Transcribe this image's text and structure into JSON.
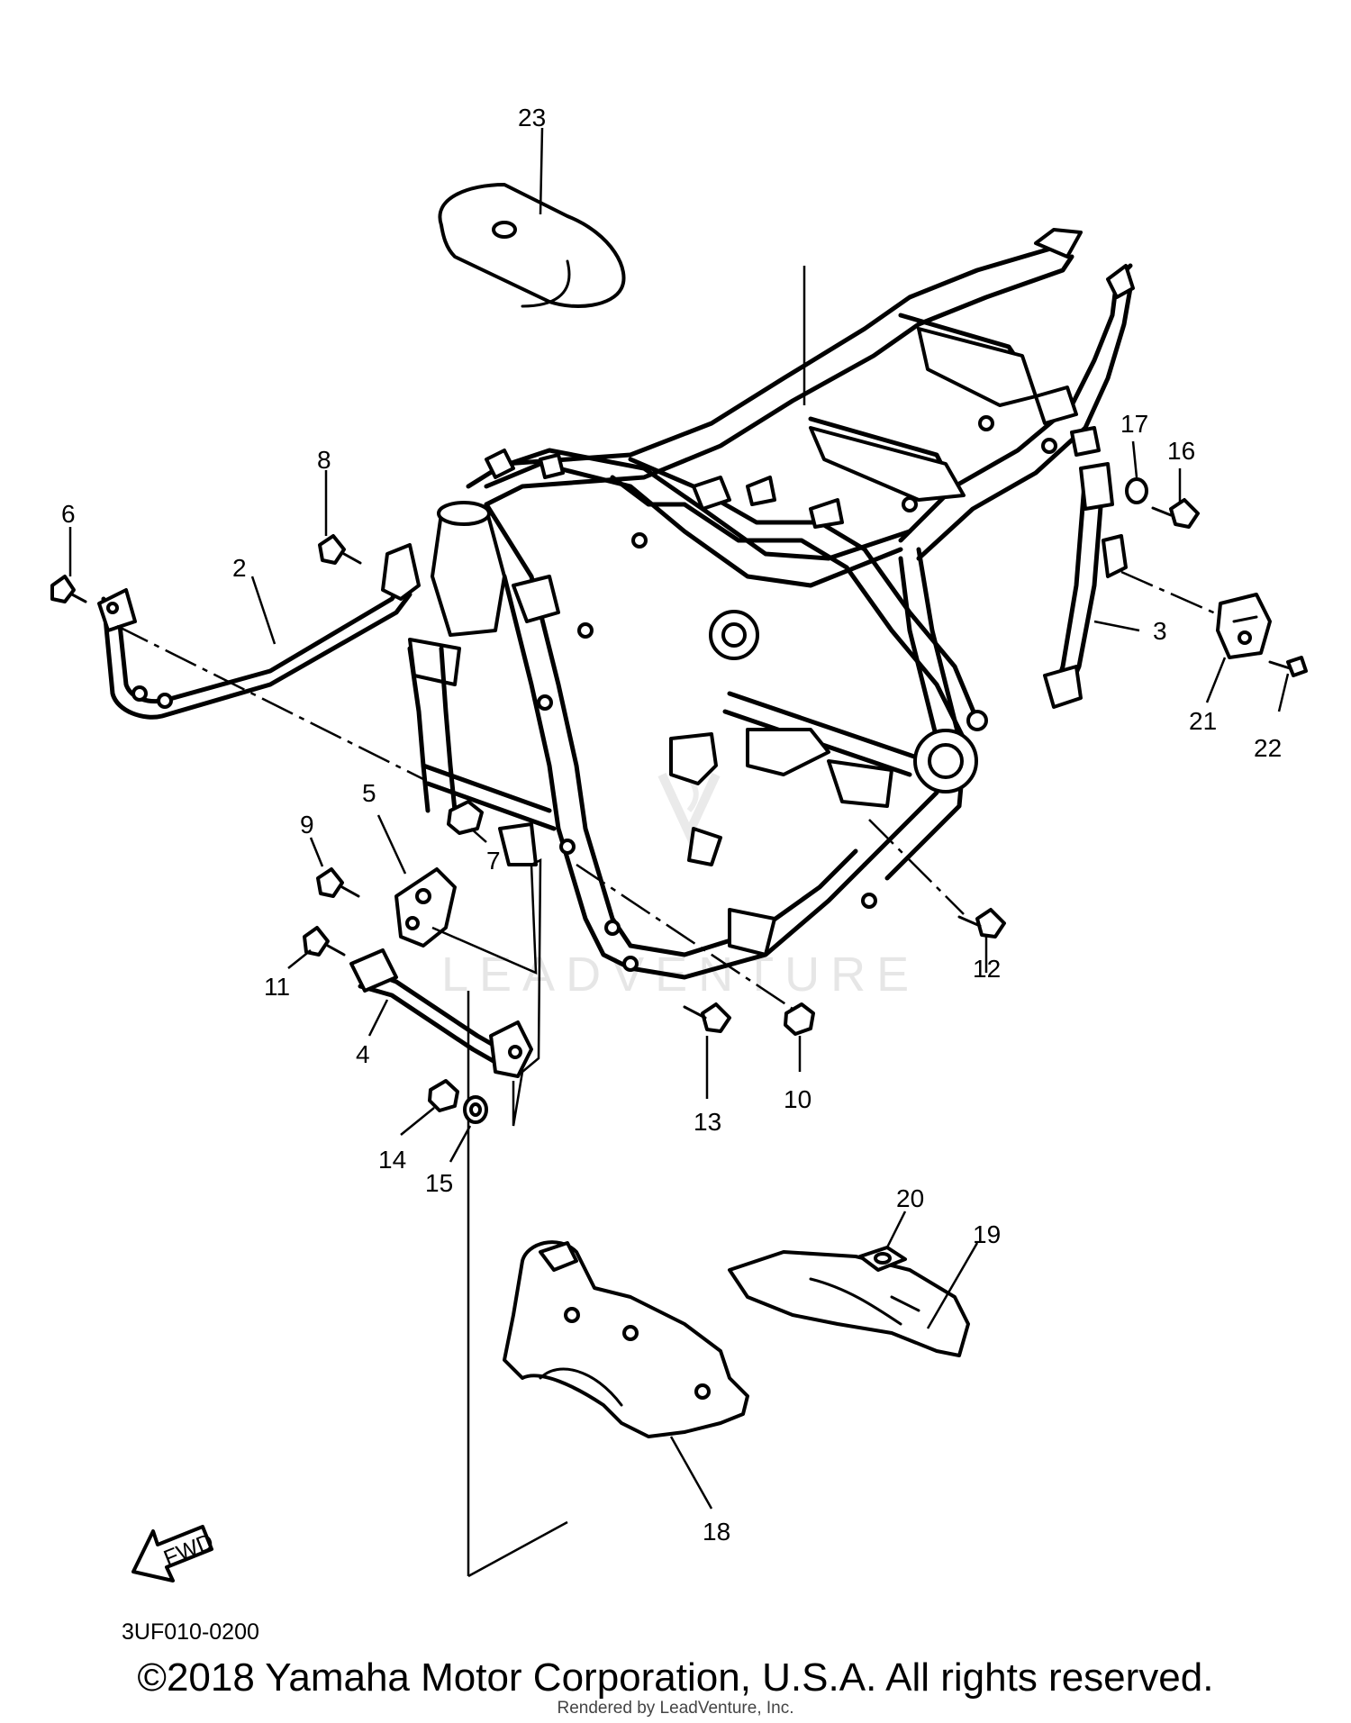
{
  "diagram": {
    "callouts": {
      "c2": "2",
      "c3": "3",
      "c4": "4",
      "c5": "5",
      "c6": "6",
      "c7": "7",
      "c8": "8",
      "c9": "9",
      "c10": "10",
      "c11": "11",
      "c12": "12",
      "c13": "13",
      "c14": "14",
      "c15": "15",
      "c16": "16",
      "c17": "17",
      "c18": "18",
      "c19": "19",
      "c20": "20",
      "c21": "21",
      "c22": "22",
      "c23": "23"
    },
    "fwd_label": "FWD",
    "figure_code": "3UF010-0200",
    "watermark": "LEADVENTURE"
  },
  "footer": {
    "copyright": "©2018 Yamaha Motor Corporation, U.S.A. All rights reserved.",
    "rendered_by": "Rendered by LeadVenture, Inc."
  }
}
